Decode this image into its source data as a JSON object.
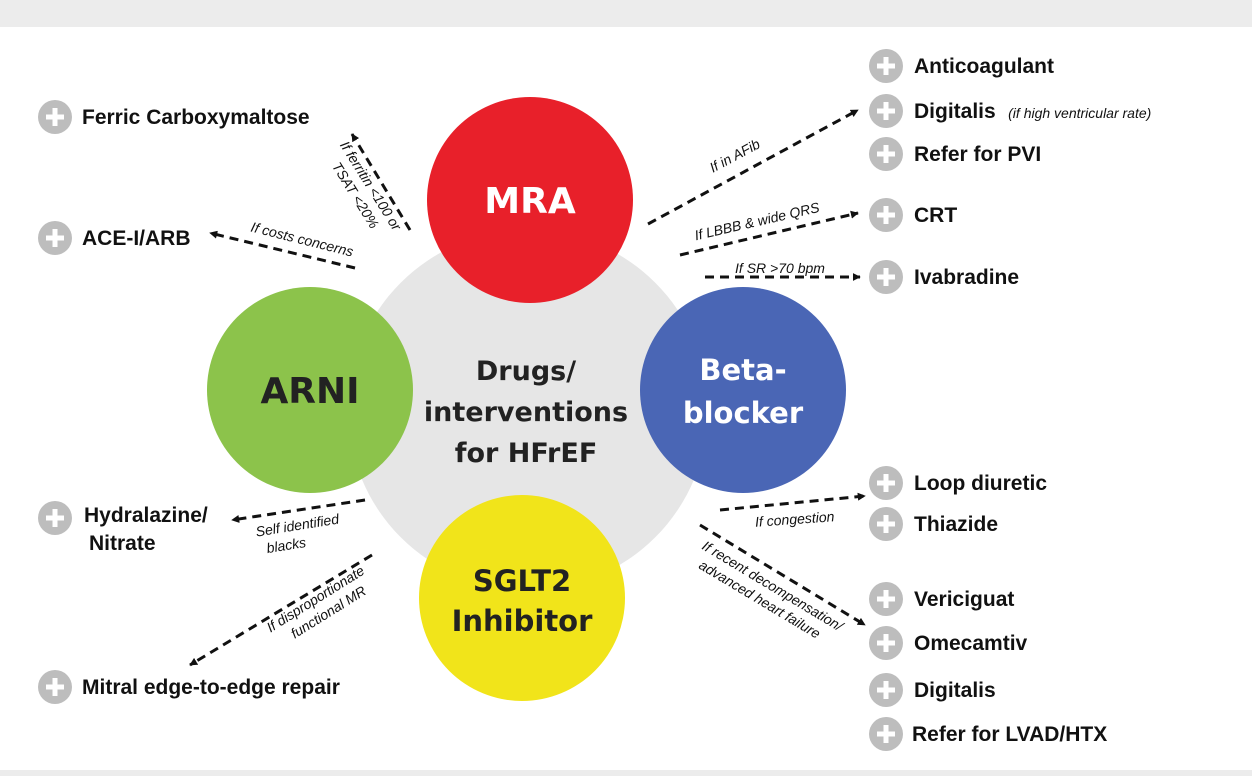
{
  "center": {
    "lines": [
      "Drugs/",
      "interventions",
      "for HFrEF"
    ]
  },
  "nodes": {
    "mra": {
      "label": "MRA",
      "color": "#e8202a"
    },
    "arni": {
      "label": "ARNI",
      "color": "#8cc34b"
    },
    "beta": {
      "lines": [
        "Beta-",
        "blocker"
      ],
      "color": "#4a66b5"
    },
    "sglt2": {
      "lines": [
        "SGLT2",
        "Inhibitor"
      ],
      "color": "#f1e41a"
    }
  },
  "left_items": {
    "ferric": "Ferric Carboxymaltose",
    "ace": "ACE-I/ARB",
    "hydralazine": [
      "Hydralazine/",
      "Nitrate"
    ],
    "mitral": "Mitral edge-to-edge repair"
  },
  "right_items": {
    "anticoagulant": "Anticoagulant",
    "digitalis_top": "Digitalis",
    "digitalis_note": "(if high ventricular rate)",
    "pvi": "Refer for PVI",
    "crt": "CRT",
    "ivabradine": "Ivabradine",
    "loop": "Loop diuretic",
    "thiazide": "Thiazide",
    "vericiguat": "Vericiguat",
    "omecamtiv": "Omecamtiv",
    "digitalis_bottom": "Digitalis",
    "lvad": "Refer for LVAD/HTX"
  },
  "conditions": {
    "ferritin": [
      "If ferritin <100 or",
      "TSAT <20%"
    ],
    "costs": "If costs concerns",
    "self_identified": [
      "Self identified",
      "blacks"
    ],
    "mr": [
      "If disproportionate",
      "functional MR"
    ],
    "afib": "If in AFib",
    "lbbb": "If LBBB & wide QRS",
    "sr": "If SR >70 bpm",
    "congestion": "If congestion",
    "decomp": [
      "If recent decompensation/",
      "advanced  heart failure"
    ]
  },
  "colors": {
    "plus_circle": "#bdbdbd",
    "center_disc": "#e6e6e6",
    "band": "#ececec"
  }
}
